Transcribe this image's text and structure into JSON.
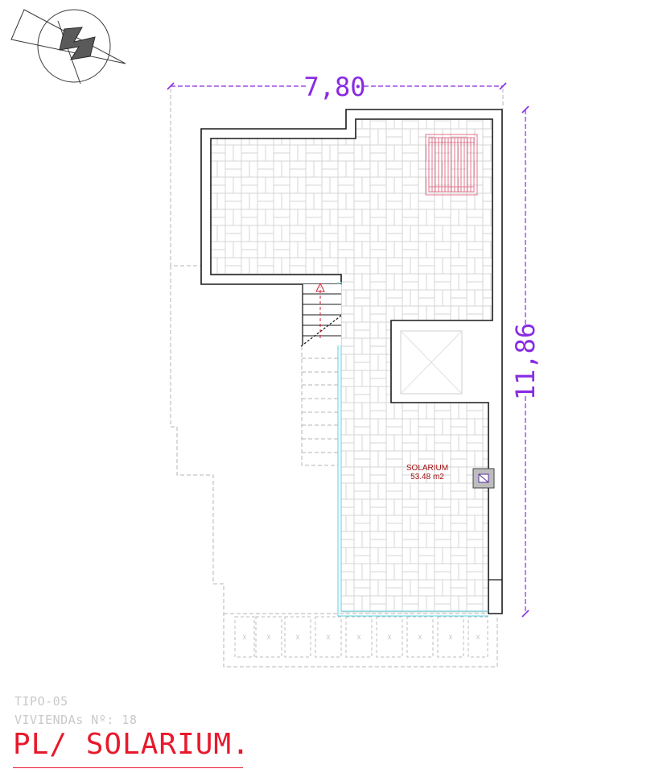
{
  "plan": {
    "width_dimension": "7,80",
    "depth_dimension": "11,86",
    "room": {
      "name": "SOLARIUM",
      "area": "53.48 m2"
    },
    "compass": {
      "symbol": "N"
    }
  },
  "sheet": {
    "tipo": "TIPO-05",
    "viviendas": "VIVIENDAs Nº: 18",
    "title": "PL/ SOLARIUM."
  },
  "colors": {
    "dimension": "#8a2be2",
    "title": "#e8192c",
    "glass_rail": "#5bd6e0",
    "skylight": "#e05070",
    "room_label": "#a01010"
  }
}
